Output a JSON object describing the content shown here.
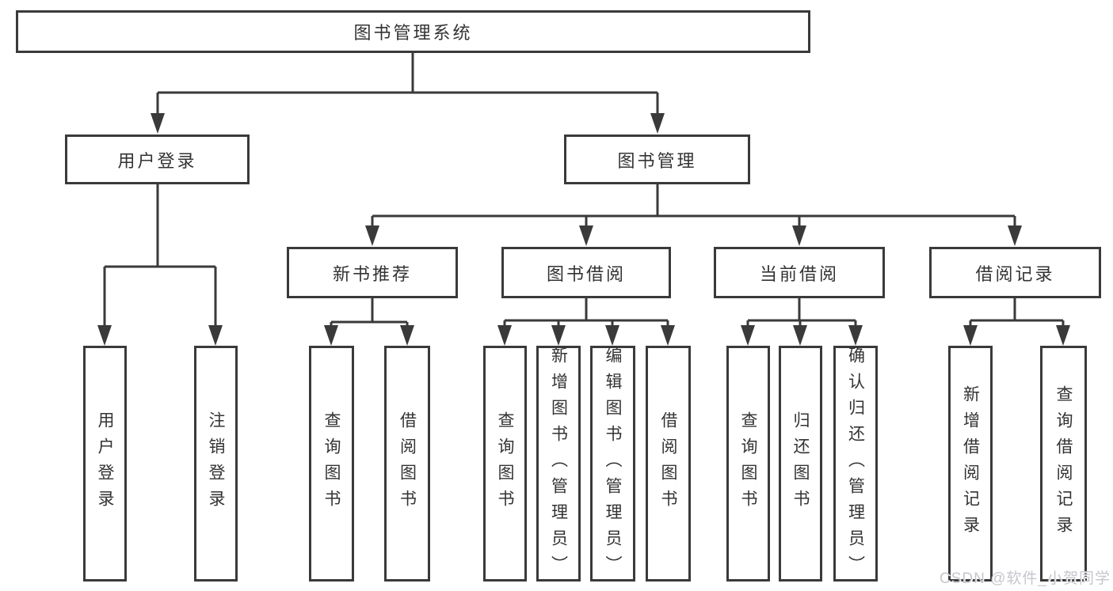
{
  "tree": {
    "label": "图书管理系统",
    "children": [
      {
        "label": "用户登录",
        "children": [
          {
            "label": "用户登录"
          },
          {
            "label": "注销登录"
          }
        ]
      },
      {
        "label": "图书管理",
        "children": [
          {
            "label": "新书推荐",
            "children": [
              {
                "label": "查询图书"
              },
              {
                "label": "借阅图书"
              }
            ]
          },
          {
            "label": "图书借阅",
            "children": [
              {
                "label": "查询图书"
              },
              {
                "label": "新增图书（管理员）"
              },
              {
                "label": "编辑图书（管理员）"
              },
              {
                "label": "借阅图书"
              }
            ]
          },
          {
            "label": "当前借阅",
            "children": [
              {
                "label": "查询图书"
              },
              {
                "label": "归还图书"
              },
              {
                "label": "确认归还（管理员）"
              }
            ]
          },
          {
            "label": "借阅记录",
            "children": [
              {
                "label": "新增借阅记录"
              },
              {
                "label": "查询借阅记录"
              }
            ]
          }
        ]
      }
    ]
  },
  "watermark": {
    "text": "CSDN @软件_小贺同学"
  },
  "colors": {
    "line": "#3a3a3a",
    "text": "#333333",
    "background": "#ffffff",
    "watermark": "#c6c6cd"
  }
}
